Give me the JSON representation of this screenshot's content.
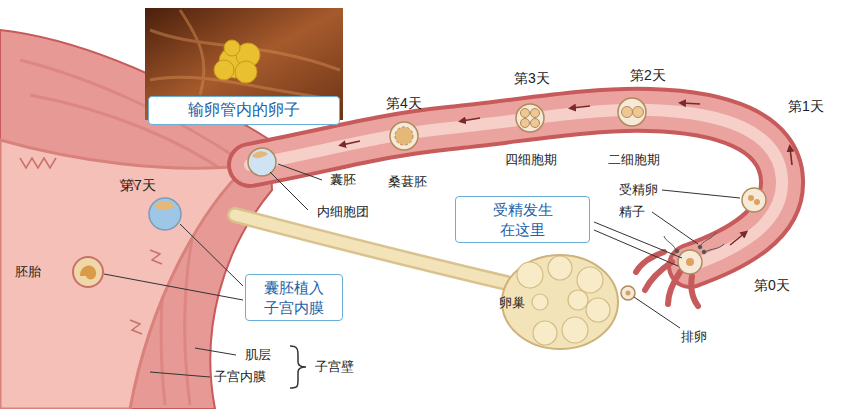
{
  "diagram": {
    "nodes": [
      {
        "text": [
          "输卵管内的卵子"
        ]
      },
      {
        "text": [
          "受精发生在这里"
        ]
      },
      {
        "text": [
          "囊胚植入子宫内膜"
        ]
      }
    ],
    "labels": [
      "第4天",
      "第3天",
      "第2天",
      "第1天",
      "四细胞期",
      "二细胞期",
      "桑葚胚",
      "受精卵",
      "囊胚",
      "精子",
      "第7天",
      "内细胞团",
      "卵巢",
      "第0天",
      "胚胎",
      "排卵",
      "肌层",
      "子宫内膜",
      "子宫壁"
    ]
  }
}
